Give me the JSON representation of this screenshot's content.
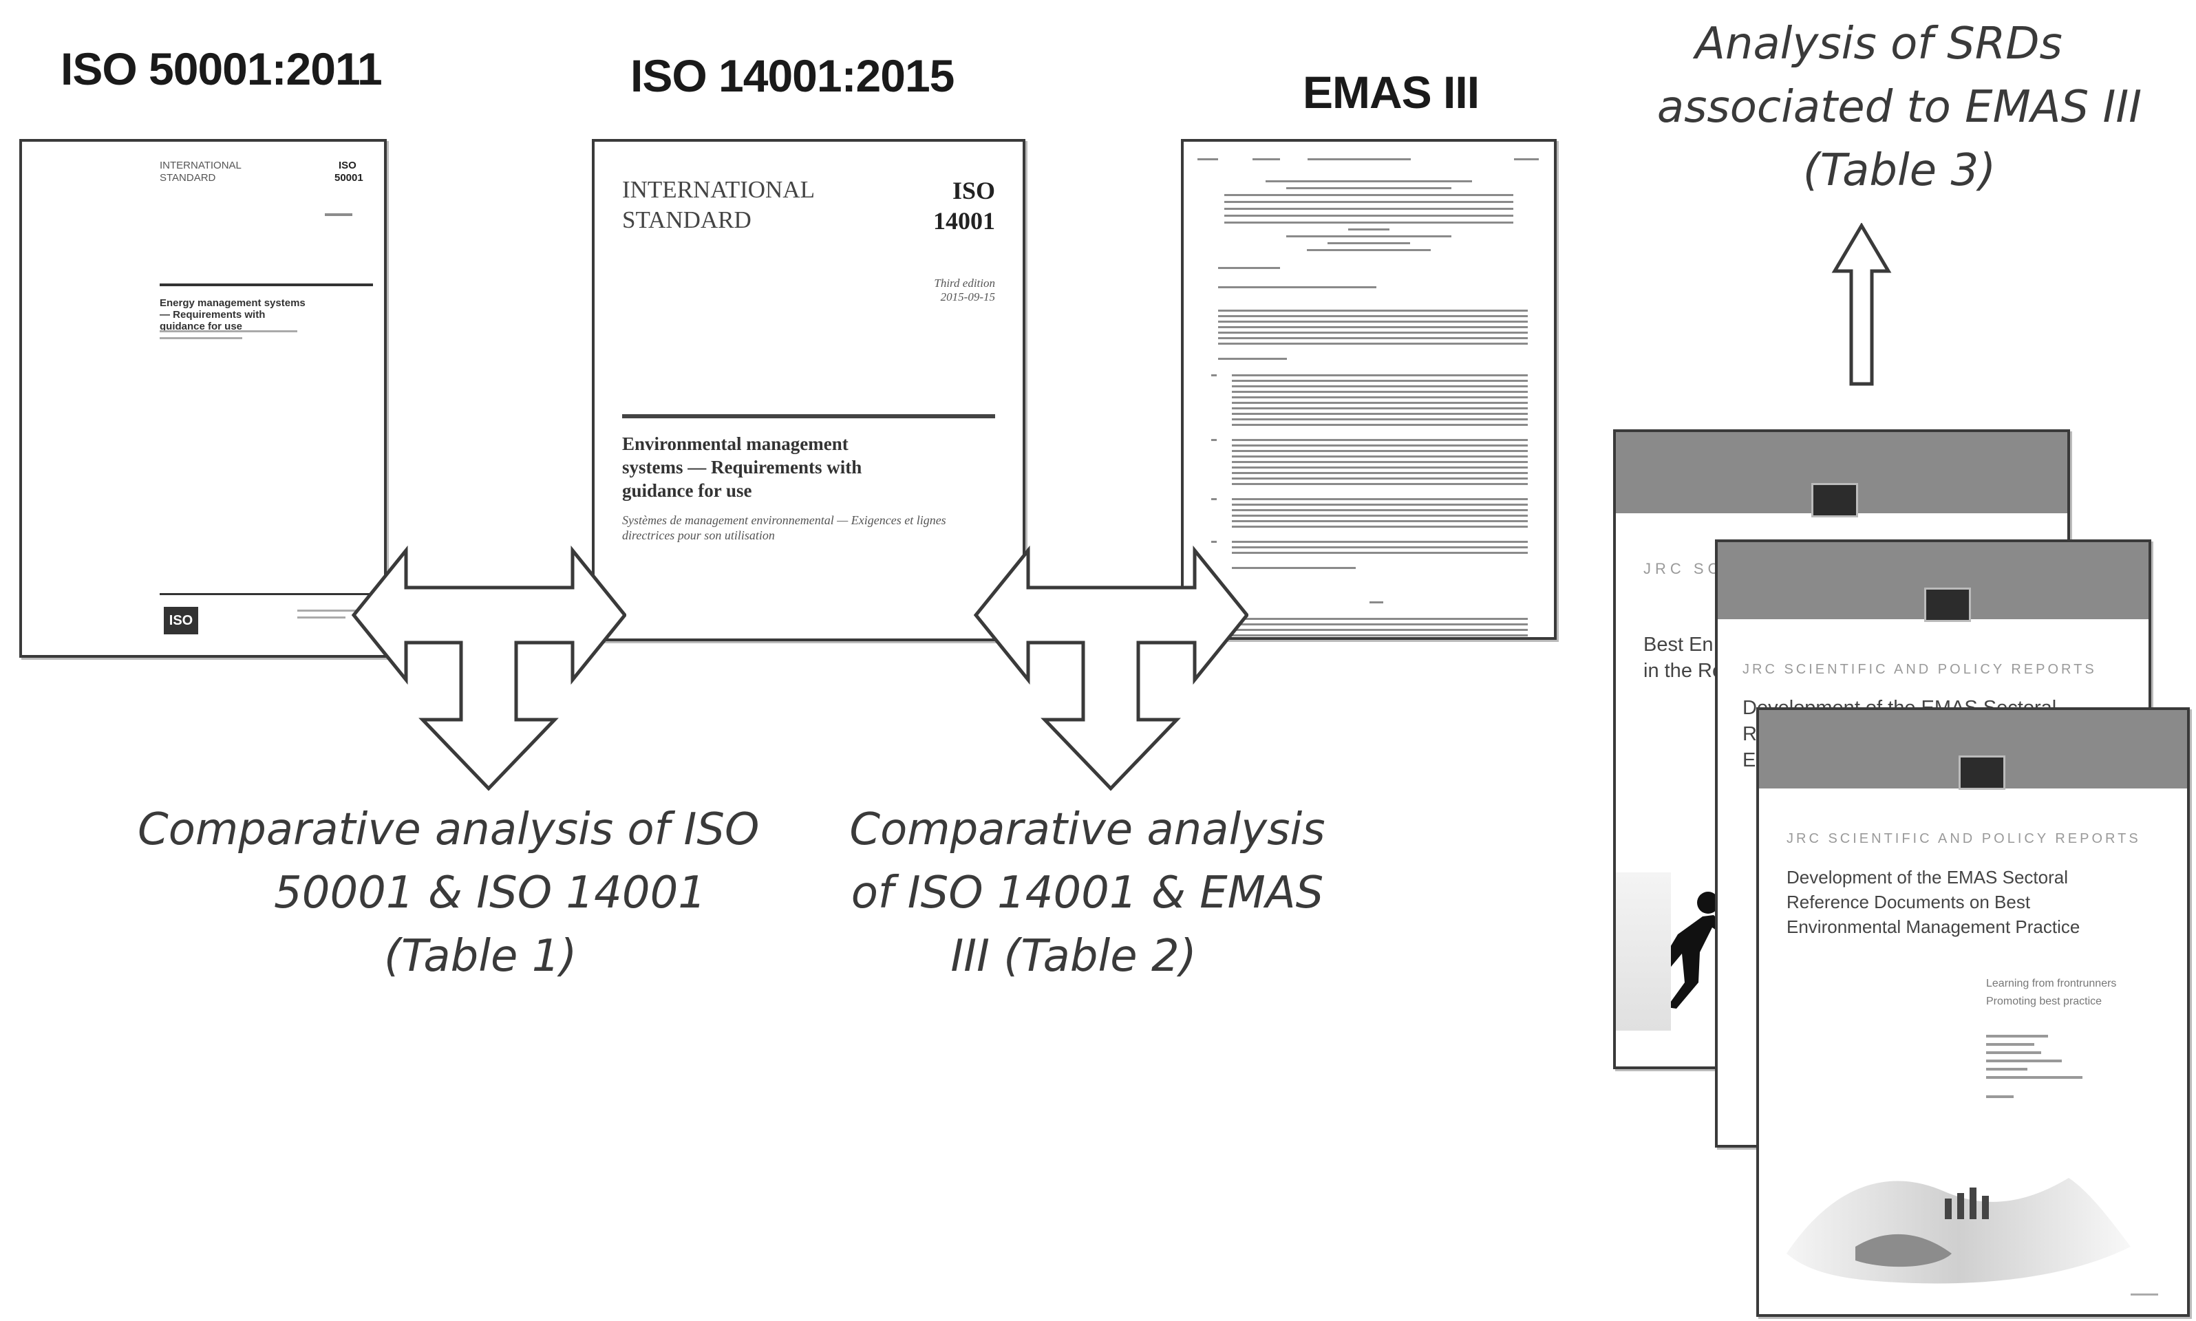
{
  "headers": {
    "iso50001": "ISO 50001:2011",
    "iso14001": "ISO 14001:2015",
    "emas": "EMAS III"
  },
  "iso50001_doc": {
    "line1": "INTERNATIONAL",
    "line2": "STANDARD",
    "badge1": "ISO",
    "badge2": "50001",
    "title": "Energy management systems — Requirements with guidance for use",
    "logo": "ISO"
  },
  "iso14001_doc": {
    "line1": "INTERNATIONAL",
    "line2": "STANDARD",
    "badge1": "ISO",
    "badge2": "14001",
    "edition1": "Third edition",
    "edition2": "2015-09-15",
    "title1": "Environmental management",
    "title2": "systems — Requirements with",
    "title3": "guidance for use",
    "subtitle1": "Systèmes de management environnemental — Exigences et lignes",
    "subtitle2": "directrices pour son utilisation"
  },
  "jrc_docs": {
    "back_title1": "Best En",
    "back_title2": "in the Re",
    "back_head": "JRC SCI",
    "middle_head": "JRC SCIENTIFIC AND POLICY REPORTS",
    "middle_title1": "Development of the EMAS Sectoral",
    "middle_title2": "Re",
    "middle_title3": "E",
    "front_head": "JRC SCIENTIFIC AND POLICY REPORTS",
    "front_title1": "Development of the EMAS Sectoral",
    "front_title2": "Reference Documents on Best",
    "front_title3": "Environmental Management Practice",
    "front_sub1": "Learning from frontrunners",
    "front_sub2": "Promoting best practice"
  },
  "captions": {
    "table1_l1": "Comparative analysis of ISO",
    "table1_l2": "50001  &  ISO 14001",
    "table1_l3": "(Table 1)",
    "table2_l1": "Comparative analysis",
    "table2_l2": "of ISO 14001  &  EMAS",
    "table2_l3": "III (Table 2)",
    "table3_l1": "Analysis of SRDs",
    "table3_l2": "associated to EMAS III",
    "table3_l3": "(Table 3)"
  }
}
